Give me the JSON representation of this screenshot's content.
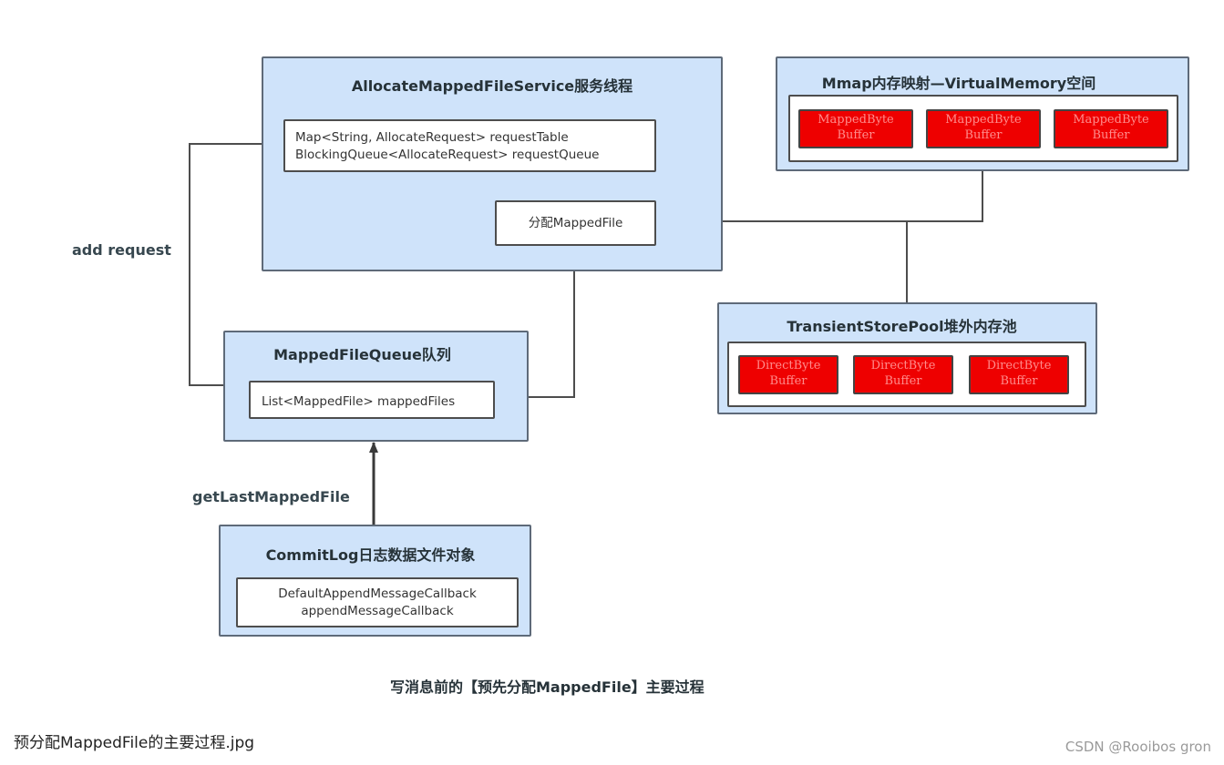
{
  "allocate_service": {
    "title": "AllocateMappedFileService服务线程",
    "table_lines": [
      "Map<String, AllocateRequest> requestTable",
      "BlockingQueue<AllocateRequest> requestQueue"
    ],
    "allocate_box": "分配MappedFile"
  },
  "mmap_space": {
    "title": "Mmap内存映射—VirtualMemory空间",
    "buffers": [
      "MappedByte Buffer",
      "MappedByte Buffer",
      "MappedByte Buffer"
    ]
  },
  "transient_pool": {
    "title": "TransientStorePool堆外内存池",
    "buffers": [
      "DirectByte Buffer",
      "DirectByte Buffer",
      "DirectByte Buffer"
    ]
  },
  "mapped_file_queue": {
    "title": "MappedFileQueue队列",
    "list_box": "List<MappedFile> mappedFiles"
  },
  "commit_log": {
    "title": "CommitLog日志数据文件对象",
    "callback_lines": [
      "DefaultAppendMessageCallback",
      "appendMessageCallback"
    ]
  },
  "edge_labels": {
    "add_request": "add request",
    "get_last": "getLastMappedFile"
  },
  "caption": "写消息前的【预先分配MappedFile】主要过程",
  "footer": {
    "filename": "预分配MappedFile的主要过程.jpg",
    "watermark": "CSDN @Rooibos gron"
  },
  "colors": {
    "panel_fill": "#cfe3fa",
    "buffer_fill": "#ee0000",
    "line": "#4d4d4d"
  }
}
